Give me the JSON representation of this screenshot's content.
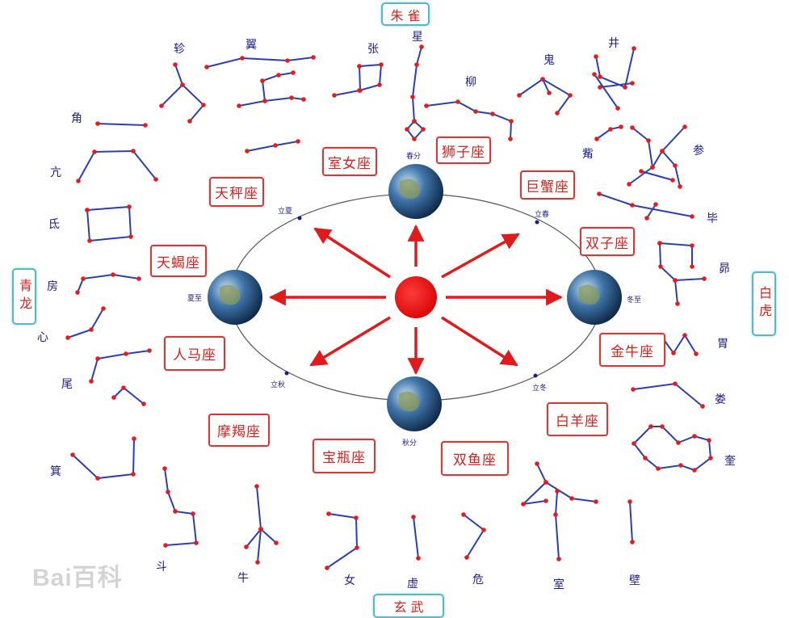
{
  "directions": {
    "north": "朱 雀",
    "south": "玄 武",
    "east": "青龙",
    "west": "白虎"
  },
  "zodiac": [
    {
      "key": "nv",
      "label": "室女座"
    },
    {
      "key": "shizi",
      "label": "狮子座"
    },
    {
      "key": "juxie",
      "label": "巨蟹座"
    },
    {
      "key": "tiancheng",
      "label": "天秤座"
    },
    {
      "key": "shuangzi",
      "label": "双子座"
    },
    {
      "key": "tianxie",
      "label": "天蝎座"
    },
    {
      "key": "jinniu",
      "label": "金牛座"
    },
    {
      "key": "renma",
      "label": "人马座"
    },
    {
      "key": "baiyang",
      "label": "白羊座"
    },
    {
      "key": "mojie",
      "label": "摩羯座"
    },
    {
      "key": "baoping",
      "label": "宝瓶座"
    },
    {
      "key": "shuangyu",
      "label": "双鱼座"
    }
  ],
  "mansions": [
    "轸",
    "翼",
    "张",
    "星",
    "柳",
    "鬼",
    "井",
    "角",
    "觜",
    "参",
    "亢",
    "毕",
    "氐",
    "昴",
    "房",
    "心",
    "胃",
    "尾",
    "娄",
    "奎",
    "箕",
    "斗",
    "牛",
    "女",
    "虚",
    "危",
    "室",
    "壁"
  ],
  "solar_terms": [
    "春分",
    "立夏",
    "立春",
    "夏至",
    "冬至",
    "立秋",
    "立冬",
    "秋分"
  ],
  "watermark": "Bai百科",
  "colors": {
    "arrow": "#e01b1b",
    "sun": "#ee1111",
    "line": "#2a3fb0",
    "dot": "#e41c1c",
    "frame": "#d23a3a",
    "accent": "#54b9c9"
  },
  "icons": [
    "earth-globe-icon",
    "sun-icon",
    "arrow-icon"
  ]
}
